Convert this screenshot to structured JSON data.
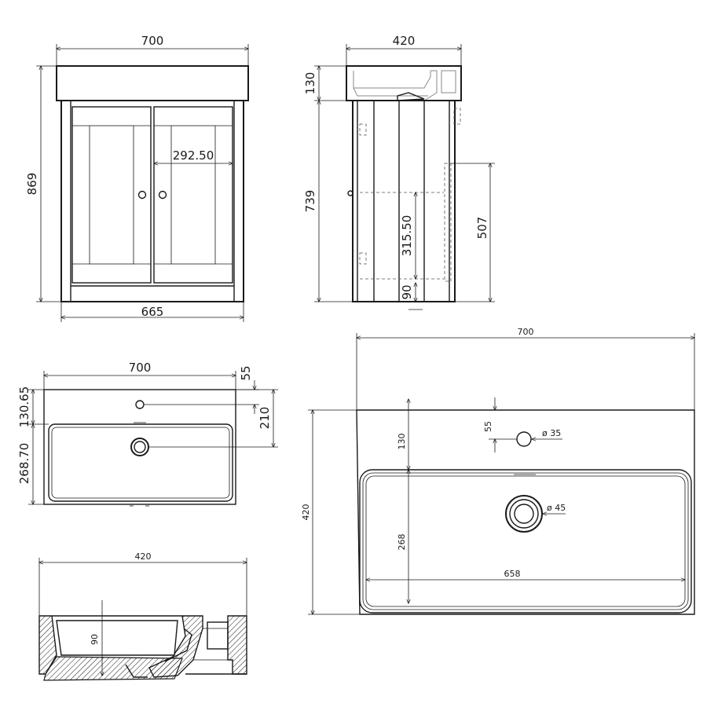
{
  "front_view": {
    "width_top": "700",
    "height_total": "869",
    "door_span": "292.50",
    "width_bottom": "665"
  },
  "side_view": {
    "depth": "420",
    "basin_height": "130",
    "cabinet_height": "739",
    "inner_height": "315.50",
    "plinth_height": "90",
    "waste_height": "507"
  },
  "top_view_small": {
    "width": "700",
    "tap_offset": "55",
    "tap_to_bowl": "130.65",
    "waste_offset": "210",
    "bowl_depth": "268.70"
  },
  "section_view": {
    "depth": "420",
    "bowl_depth": "90"
  },
  "top_view_large": {
    "width": "700",
    "depth": "420",
    "tap_depth": "130",
    "tap_offset": "55",
    "tap_hole": "ø 35",
    "bowl_depth": "268",
    "bowl_width": "658",
    "waste_hole": "ø 45"
  }
}
